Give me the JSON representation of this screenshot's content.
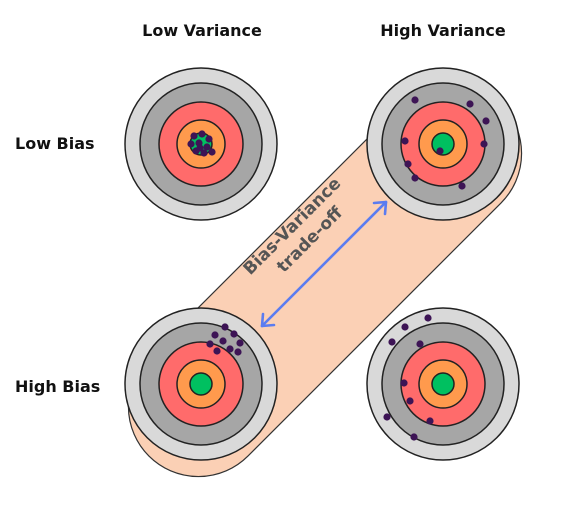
{
  "labels": {
    "col_low_variance": "Low Variance",
    "col_high_variance": "High Variance",
    "row_low_bias": "Low Bias",
    "row_high_bias": "High Bias",
    "tradeoff_line1": "Bias-Variance",
    "tradeoff_line2": "trade-off"
  },
  "colors": {
    "ring_outer": "#d9d9d9",
    "ring_mid": "#a6a6a6",
    "ring_red": "#ff6b6b",
    "ring_orange": "#ff9a4d",
    "bullseye": "#00c060",
    "band": "#fbd0b5",
    "arrow": "#5b7cf0",
    "dot": "#3d1455"
  },
  "icons": {
    "arrow": "double-headed-arrow"
  }
}
